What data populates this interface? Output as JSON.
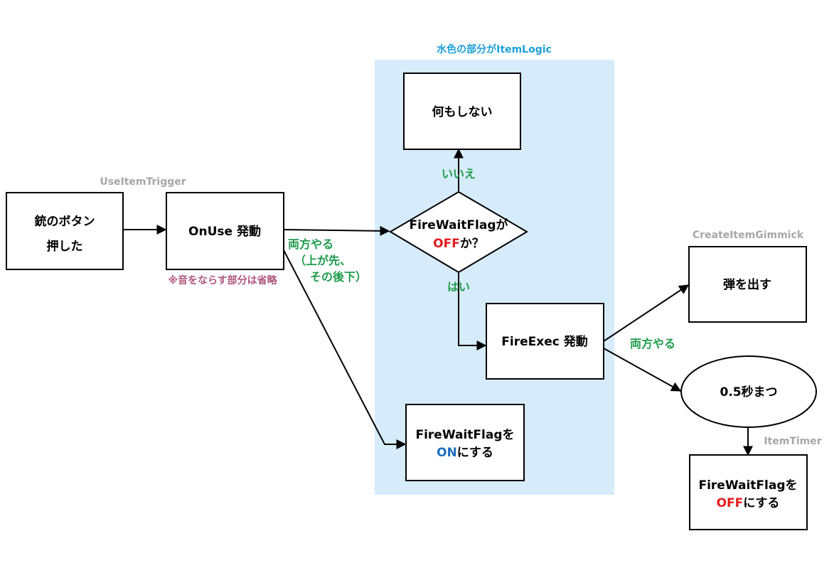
{
  "colors": {
    "region_fill": "#d6ecfa",
    "region_title": "#1aa0d8",
    "component_label": "#a6a6a6",
    "note": "#b0577f",
    "edge_label": "#1e9b4b",
    "off": "#e31b1b",
    "on": "#1f6fbf"
  },
  "region": {
    "title": "水色の部分がItemLogic"
  },
  "components": {
    "use_item_trigger": "UseItemTrigger",
    "create_item_gimmick": "CreateItemGimmick",
    "item_timer": "ItemTimer"
  },
  "note": "※音をならす部分は省略",
  "nodes": {
    "press_button": {
      "line1": "銃のボタン",
      "line2": "押した"
    },
    "on_use": "OnUse 発動",
    "do_nothing": "何もしない",
    "check_flag": {
      "line1": "FireWaitFlagが",
      "off": "OFF",
      "suffix": "か？"
    },
    "fire_exec": "FireExec 発動",
    "set_on": {
      "line1": "FireWaitFlagを",
      "on": "ON",
      "suffix": "にする"
    },
    "spawn_bullet": "弾を出す",
    "wait": "0.5秒まつ",
    "set_off": {
      "line1": "FireWaitFlagを",
      "off": "OFF",
      "suffix": "にする"
    }
  },
  "edges": {
    "both_left": {
      "line1": "両方やる",
      "line2": "（上が先、",
      "line3": "その後下）"
    },
    "no": "いいえ",
    "yes": "はい",
    "both_right": "両方やる"
  }
}
